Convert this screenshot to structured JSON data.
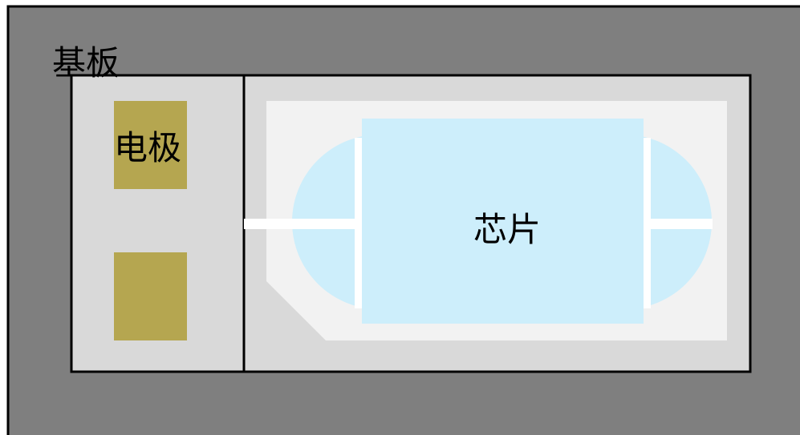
{
  "labels": {
    "substrate": "基板",
    "electrode": "电极",
    "chip": "芯片"
  },
  "colors": {
    "substrate": "#7f7f7f",
    "outline": "#000000",
    "package_body": "#d9d9d9",
    "cavity": "#f2f2f2",
    "electrode": "#b5a650",
    "chip": "#cdeefb",
    "wire": "#ffffff"
  }
}
